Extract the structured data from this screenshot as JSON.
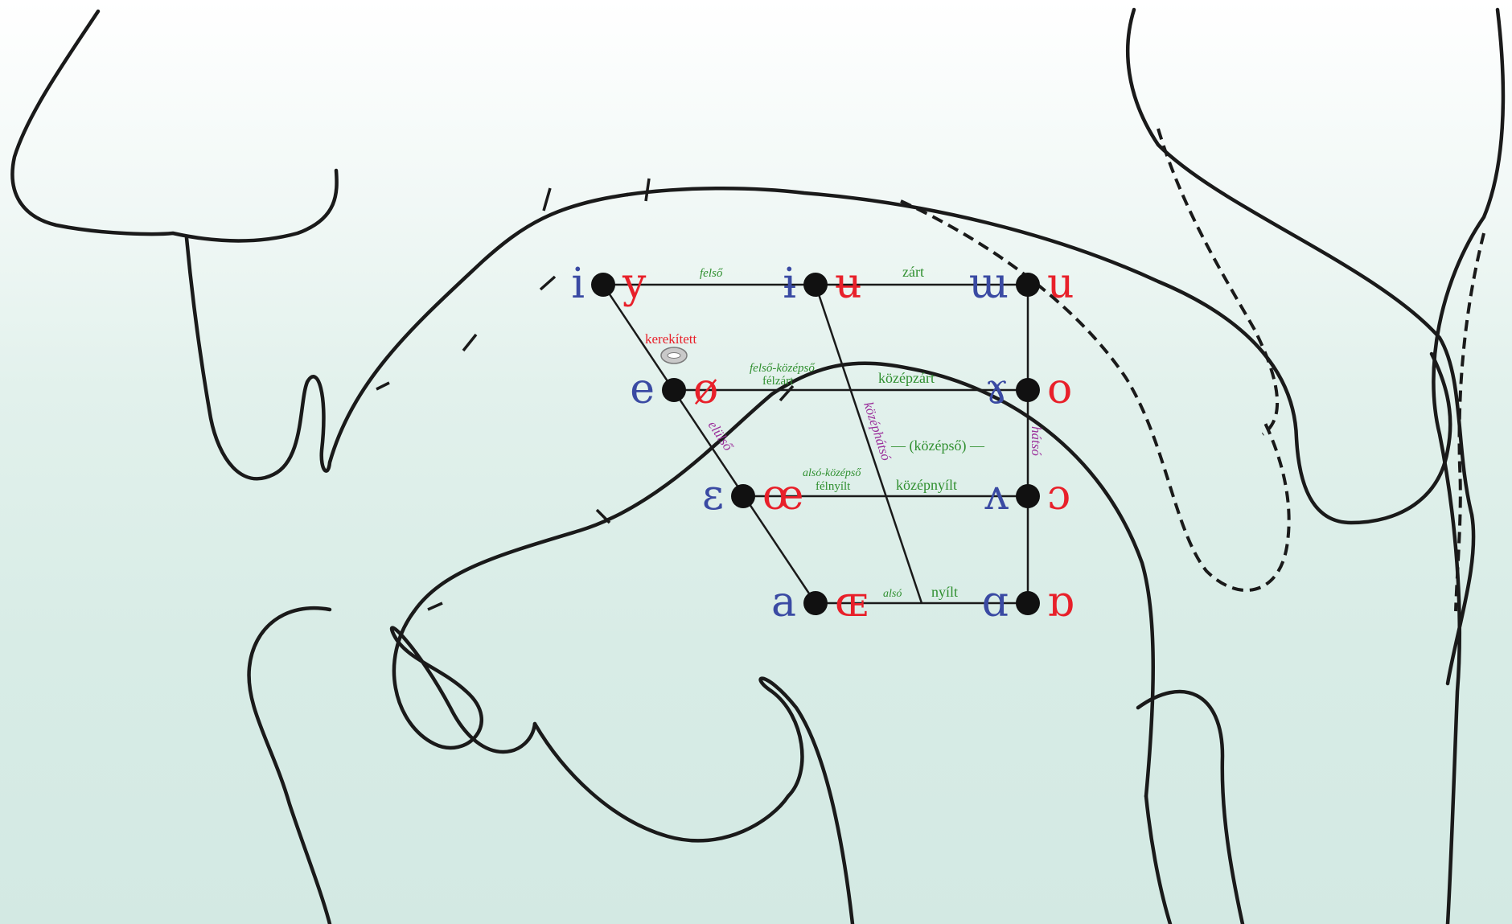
{
  "colors": {
    "unrounded": "#3a4aa3",
    "rounded": "#e8202a",
    "height_label": "#2f8f2f",
    "backness_label": "#9b2f9b",
    "line": "#1a1a1a",
    "background_top": "#ffffff",
    "background_bottom": "#d3e9e3"
  },
  "vowels": {
    "close_front_unrounded": "i",
    "close_front_rounded": "y",
    "close_central_unrounded": "ɨ",
    "close_central_rounded": "ʉ",
    "close_back_unrounded": "ɯ",
    "close_back_rounded": "u",
    "closemid_front_unrounded": "e",
    "closemid_front_rounded": "ø",
    "closemid_back_unrounded": "ɤ",
    "closemid_back_rounded": "o",
    "openmid_front_unrounded": "ɛ",
    "openmid_front_rounded": "œ",
    "openmid_back_unrounded": "ʌ",
    "openmid_back_rounded": "ɔ",
    "open_front_unrounded": "a",
    "open_front_rounded": "ɶ",
    "open_back_unrounded": "ɑ",
    "open_back_rounded": "ɒ"
  },
  "labels": {
    "rounded_note": "kerekített",
    "rounded_icon": "lips-icon",
    "close_small": "felső",
    "close_main": "zárt",
    "closemid_small": "felső-középső",
    "closemid_alt": "félzárt",
    "closemid_main": "középzárt",
    "openmid_small": "alsó-középső",
    "openmid_alt": "félnyílt",
    "openmid_main": "középnyílt",
    "open_small": "alsó",
    "open_main": "nyílt",
    "front": "elülső",
    "central": "középhátsó",
    "central_mid": "— (középső) —",
    "back": "hátsó"
  }
}
